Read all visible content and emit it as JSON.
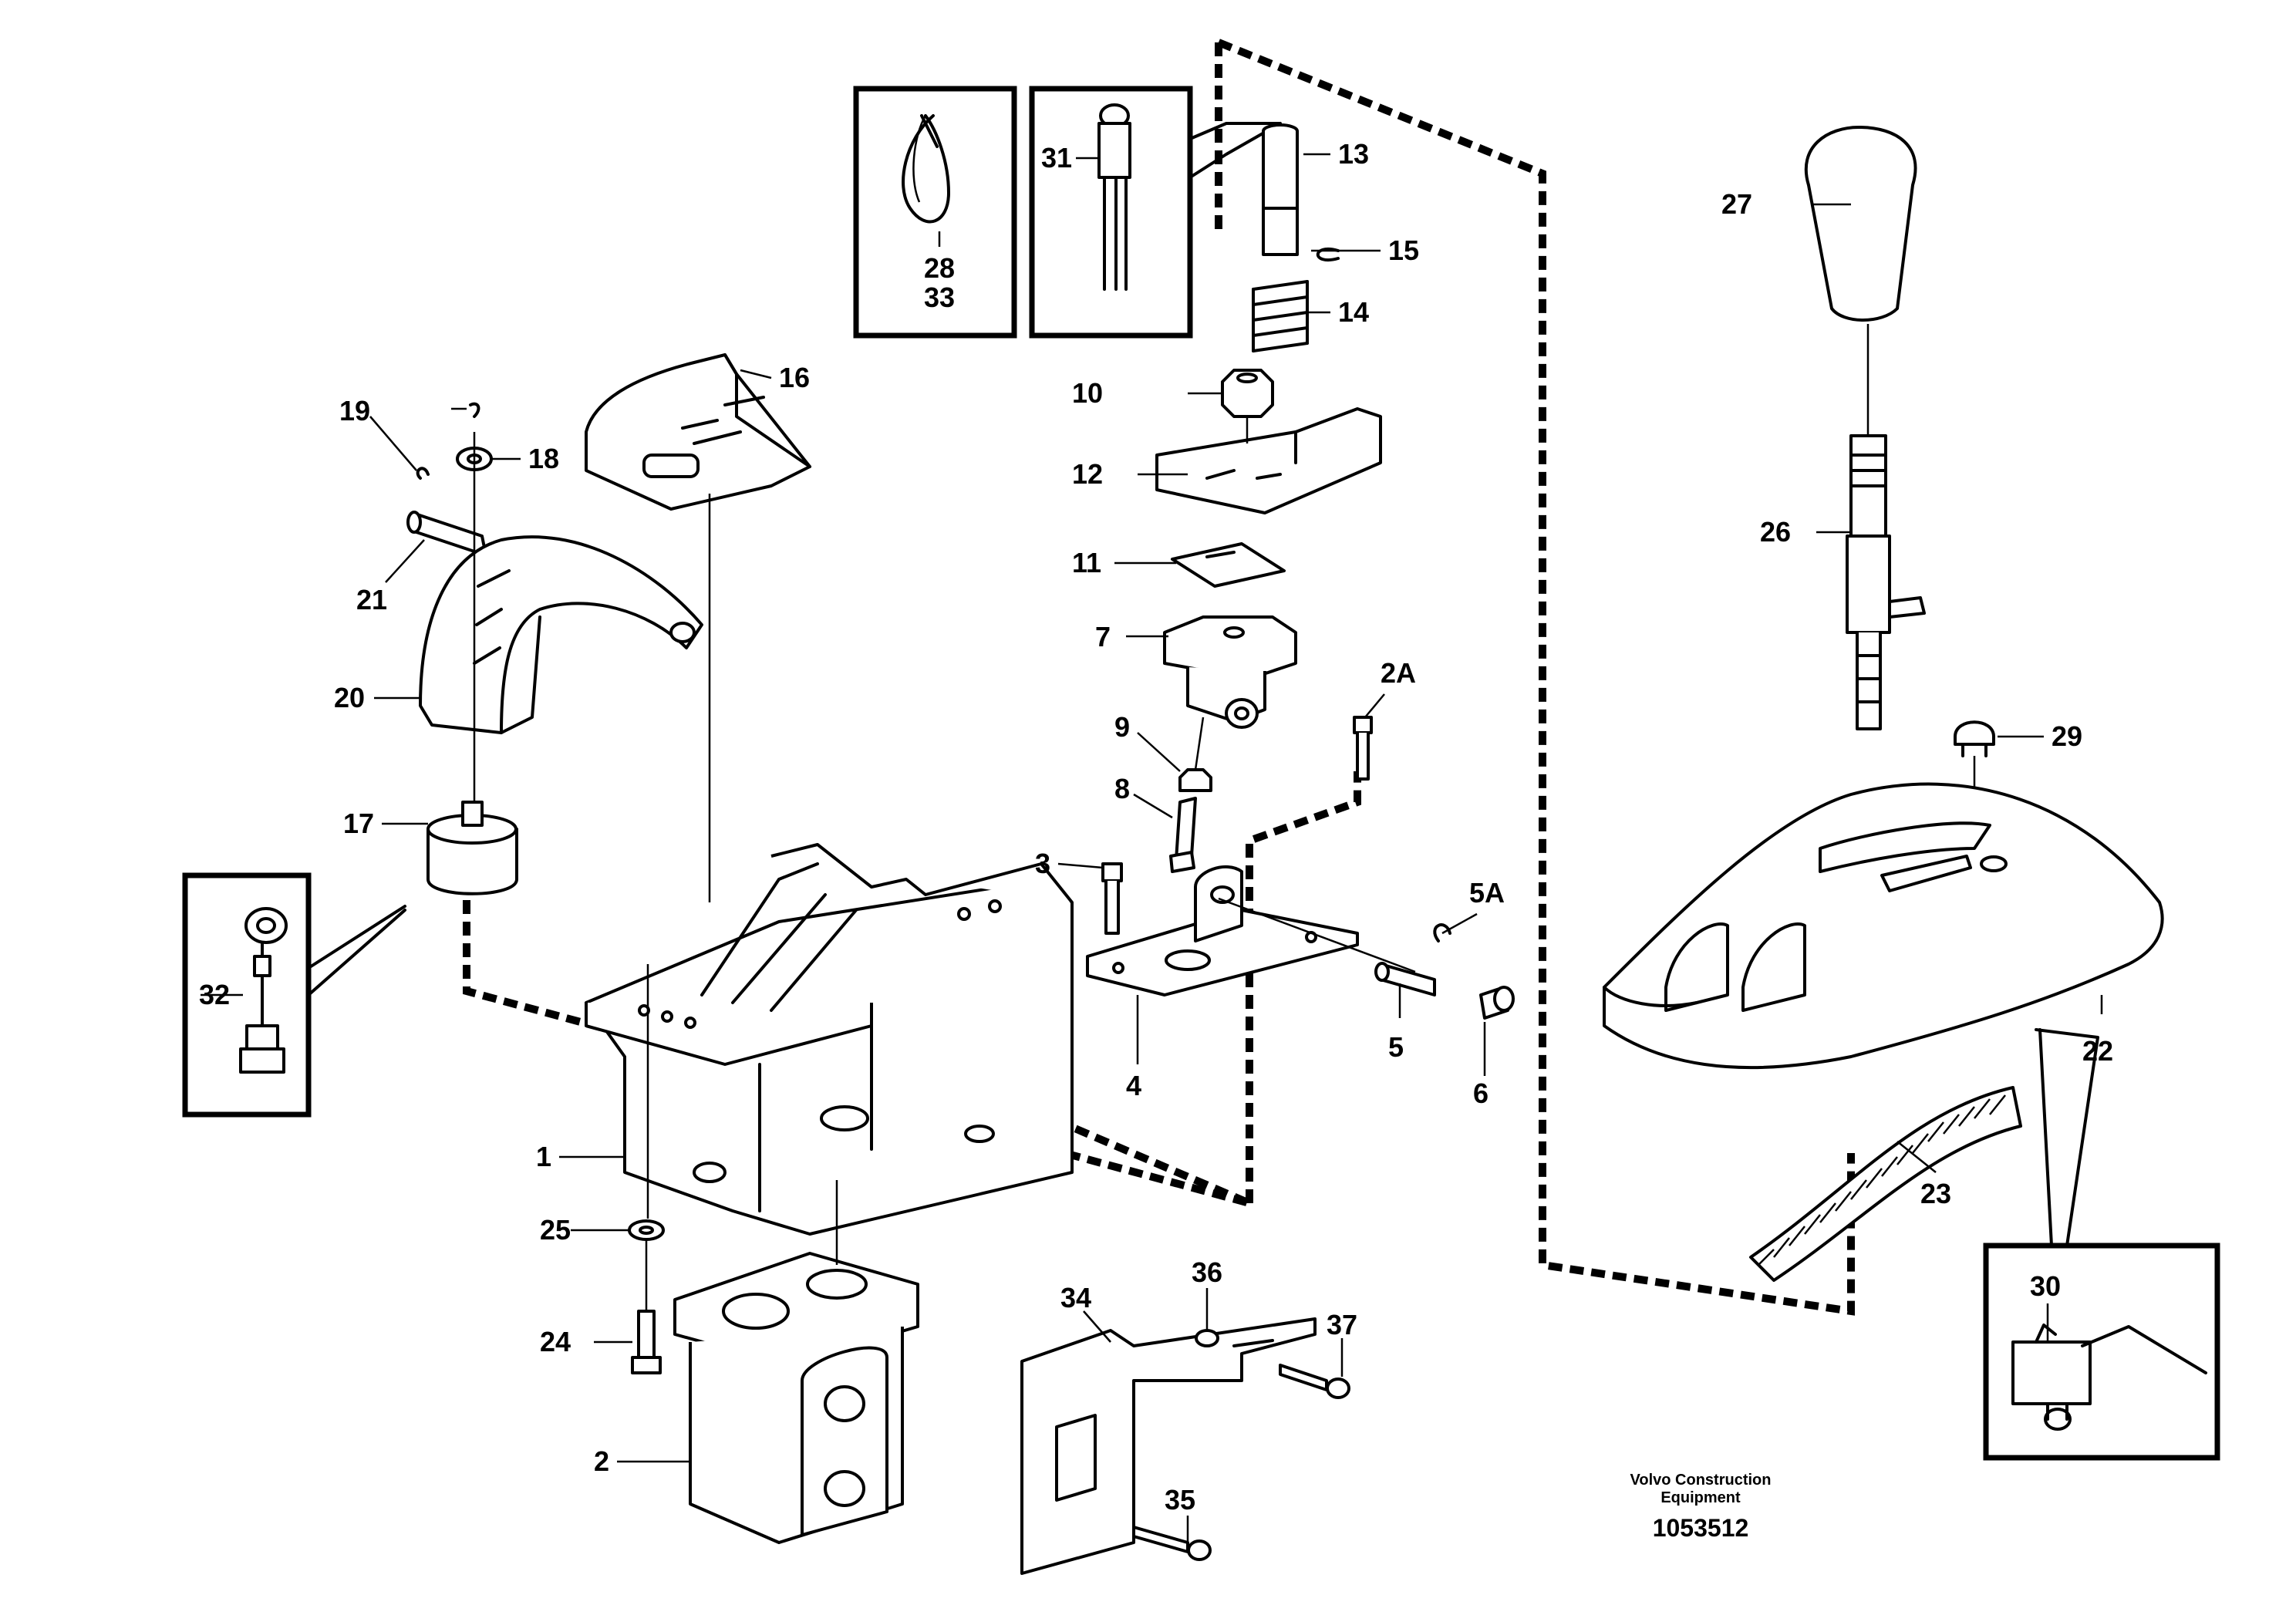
{
  "diagram": {
    "callouts": [
      "1",
      "2",
      "2A",
      "3",
      "4",
      "5",
      "5A",
      "6",
      "7",
      "8",
      "9",
      "10",
      "11",
      "12",
      "13",
      "14",
      "15",
      "16",
      "17",
      "18",
      "19",
      "20",
      "21",
      "22",
      "23",
      "24",
      "25",
      "26",
      "27",
      "28",
      "29",
      "30",
      "31",
      "32",
      "33",
      "34",
      "35",
      "36",
      "37"
    ],
    "credit": {
      "company_line1": "Volvo Construction",
      "company_line2": "Equipment",
      "drawing_number": "1053512"
    }
  }
}
